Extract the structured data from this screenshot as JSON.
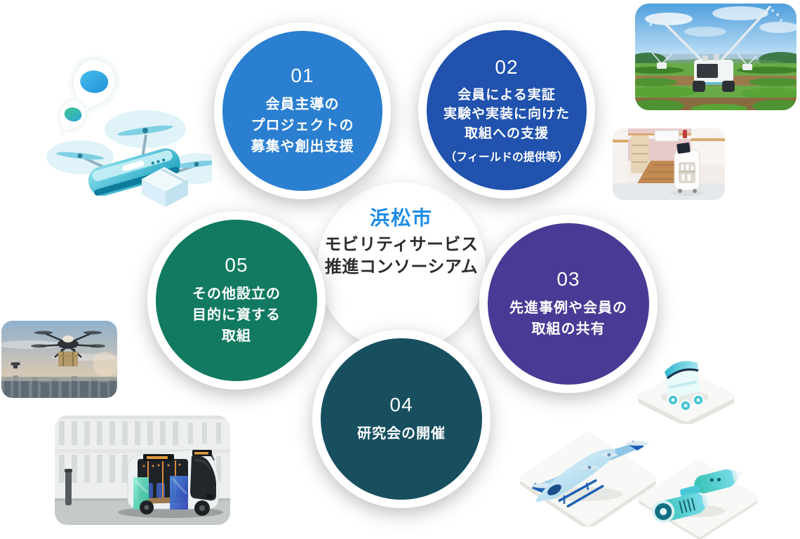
{
  "colors": {
    "circle01": "#2b7fd1",
    "circle02": "#2052ae",
    "circle03": "#483b95",
    "circle04": "#174f5f",
    "circle05": "#117a60",
    "center_city": "#1e8ce6",
    "center_text": "#2b2b2b"
  },
  "center": {
    "city": "浜松市",
    "title_line1": "モビリティサービス",
    "title_line2": "推進コンソーシアム"
  },
  "circles": [
    {
      "number": "01",
      "lines": [
        "会員主導の",
        "プロジェクトの",
        "募集や創出支援"
      ]
    },
    {
      "number": "02",
      "lines": [
        "会員による実証",
        "実験や実装に向けた",
        "取組への支援"
      ],
      "note": "（フィールドの提供等）"
    },
    {
      "number": "03",
      "lines": [
        "先進事例や会員の",
        "取組の共有"
      ]
    },
    {
      "number": "04",
      "lines": [
        "研究会の開催"
      ]
    },
    {
      "number": "05",
      "lines": [
        "その他設立の",
        "目的に資する",
        "取組"
      ]
    }
  ],
  "illustrations": {
    "agri": "agricultural-spraying-robot-photo",
    "hospital": "indoor-delivery-robot-photo",
    "drone_city": "delivery-drone-over-city-photo",
    "bus": "autonomous-shuttle-bus-photo",
    "drone": "delivery-drone-with-location-pins-illustration",
    "rover": "delivery-rover-illustration",
    "evtol": "evtol-aircraft-illustration",
    "rov": "underwater-drone-illustration"
  }
}
